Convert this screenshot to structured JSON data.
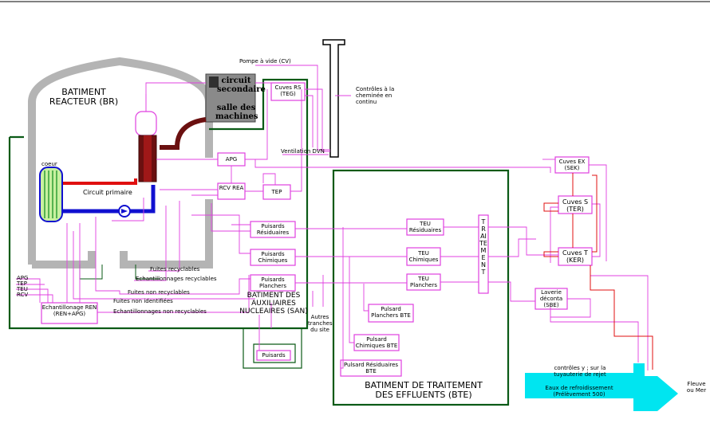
{
  "colors": {
    "magenta": "#e040e0",
    "green": "#0a5a16",
    "containment": "#b4b4b4",
    "dark_red": "#6b1010",
    "blue": "#1010d0",
    "cyan": "#00e5f0",
    "red": "#e01010"
  },
  "buildings": {
    "reactor": "BATIMENT REACTEUR (BR)",
    "auxiliaires": "BATIMENT DES AUXILIAIRES NUCLEAIRES (SAN)",
    "effluents": "BATIMENT DE TRAITEMENT DES EFFLUENTS (BTE)"
  },
  "labels": {
    "circuit_secondaire": "circuit secondaire",
    "salle_machines": "salle des machines",
    "machines_small": "machines",
    "coeur": "coeur",
    "circuit_primaire": "Circuit primaire",
    "pompe_vide": "Pompe à vide (CV)",
    "controles_cheminee": "Contrôles à la cheminée en continu",
    "ventilation": "Ventilation DVN",
    "traitement": "TRAITEMENT",
    "autres_tranches": "Autres tranches du site",
    "controles_tuyauterie": "contrôles y ; sur la tuyauterie de rejet",
    "eaux_refroidissement": "Eaux de refroidissement (Prélèvement 500)",
    "fleuve": "Fleuve ou Mer"
  },
  "boxes": {
    "cuves_rs": "Cuves RS (TEG)",
    "apg": "APG",
    "rcv_rea": "RCV REA",
    "tep": "TEP",
    "puisards_residuaires": "Puisards Résiduaires",
    "puisards_chimiques": "Puisards Chimiques",
    "puisards_planchers": "Puisards Planchers",
    "puisards": "Puisards",
    "teu_residuaires": "TEU Résiduaires",
    "teu_chimiques": "TEU Chimiques",
    "teu_planchers": "TEU Planchers",
    "pulsard_planchers_bte": "Pulsard Planchers BTE",
    "pulsard_chimiques_bte": "Pulsard Chimiques BTE",
    "pulsard_residuaires_bte": "Pulsard Résiduaires BTE",
    "cuves_ex": "Cuves EX (SEK)",
    "cuves_s": "Cuves S (TER)",
    "cuves_t": "Cuves T (KER)",
    "laverie": "Laverie déconta (SBE)",
    "echantillonnage": "Echantillonage REN (REN+APG)"
  },
  "lines": {
    "fuites_recyclables": "Fuites recyclables",
    "echantillonnages_recyclables": "Echantillonnages recyclables",
    "fuites_non_recyclables": "Fuites non recyclables",
    "fuites_non_identifiees": "Fuites non identifiées",
    "echantillonnages_non_recyclables": "Echantillonnages non recyclables"
  },
  "inputs": [
    "APG",
    "TEP",
    "TEU",
    "RCV"
  ]
}
